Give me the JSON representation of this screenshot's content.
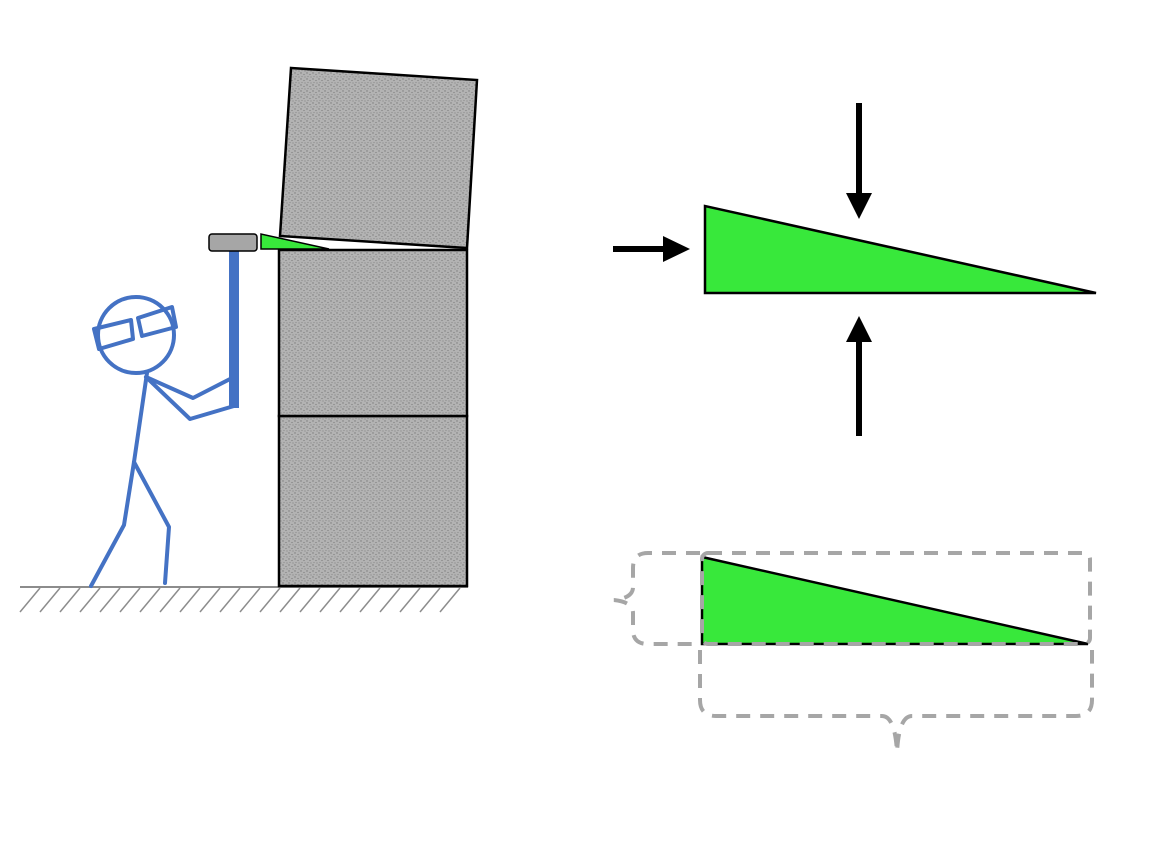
{
  "colors": {
    "block_fill": "#b3b3b3",
    "block_stipple": "#7a7a7a",
    "wedge_fill": "#38e83b",
    "person": "#4472c4",
    "hammer_head": "#a6a6a6",
    "ink": "#000000",
    "ground_hatch": "#8c8c8c",
    "dimension": "#a6a6a6",
    "background": "#ffffff"
  },
  "scene": {
    "blocks": [
      {
        "name": "stone-block-bottom"
      },
      {
        "name": "stone-block-middle"
      },
      {
        "name": "stone-block-top-tilted"
      }
    ],
    "person": {
      "wears_goggles": true,
      "holds": "hammer"
    },
    "small_wedge": {
      "inserted_between": [
        "stone-block-middle",
        "stone-block-top-tilted"
      ]
    }
  },
  "force_diagram": {
    "arrows": [
      {
        "name": "applied-force-arrow",
        "direction": "right"
      },
      {
        "name": "top-normal-force-arrow",
        "direction": "down"
      },
      {
        "name": "bottom-normal-force-arrow",
        "direction": "up"
      }
    ]
  },
  "dimension_diagram": {
    "brackets": [
      {
        "name": "height-brace",
        "measures": "height"
      },
      {
        "name": "length-brace",
        "measures": "length"
      }
    ]
  }
}
